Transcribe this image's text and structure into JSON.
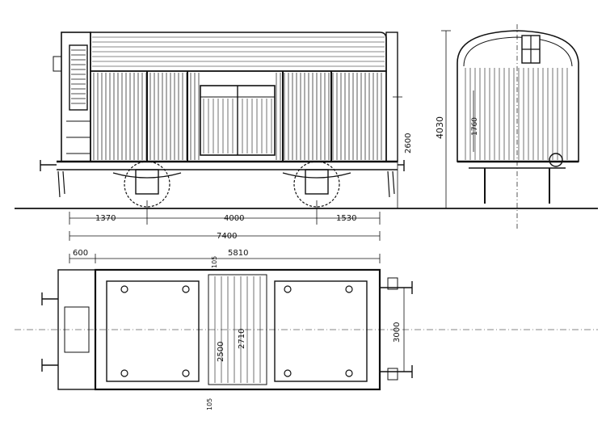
{
  "drawing": {
    "ink_color": "#111111",
    "paper_color": "#ffffff",
    "side_view": {
      "dim_overhang_left": "1370",
      "dim_wheelbase": "4000",
      "dim_overhang_right": "1530",
      "dim_length_over_buffers": "7400",
      "dim_height_right": "2600"
    },
    "end_view": {
      "dim_total_height": "4030",
      "dim_inner_height": "1760"
    },
    "plan_view": {
      "dim_buffer": "600",
      "dim_body_length": "5810",
      "dim_top_small": "105",
      "dim_bottom_small": "105",
      "dim_door_width": "2710",
      "dim_body_width": "2500",
      "dim_buffer_spacing": "3000"
    }
  }
}
